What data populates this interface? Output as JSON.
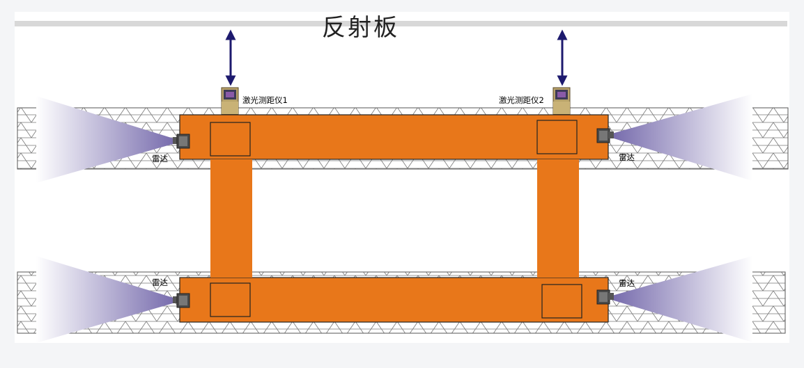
{
  "diagram": {
    "title": "反射板",
    "laser_left_label": "激光测距仪1",
    "laser_right_label": "激光测距仪2",
    "radar_label": "雷达"
  },
  "colors": {
    "frame_orange": "#e8771a",
    "reflector_bar": "#d8d8d8",
    "arrow_navy": "#1d1a6e",
    "beam_purple": "#6f63a8",
    "rail_lines": "#777777"
  },
  "icons": {
    "laser": "laser-rangefinder-icon",
    "radar": "radar-sensor-icon",
    "arrow": "double-arrow-icon"
  }
}
